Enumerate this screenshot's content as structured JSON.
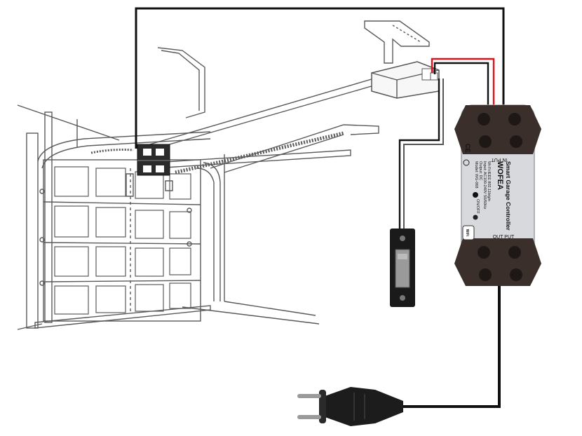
{
  "controller": {
    "brand": "WOFEA",
    "product": "Smart Garage Controller",
    "specs": [
      "Wi-Fi:IEEE 802.11b/g/n",
      "Input: AC100-240V 50/60Hz",
      "Output: DC",
      "Model: WG-068"
    ],
    "input_label": "IN PUT",
    "output_label": "OUT PUT",
    "switch_label": "ON/OFF",
    "ce_mark": "CE",
    "wifi_badge": "WiFi"
  },
  "icons": {
    "garage_door": "garage-door-icon",
    "opener_motor": "opener-motor-icon",
    "wall_button": "wall-button-icon",
    "plug": "eu-plug-icon"
  },
  "colors": {
    "wire_black": "#111111",
    "wire_red": "#e0121c",
    "controller_body": "#d7d9dc",
    "controller_cap": "#3a2f2b",
    "line_art": "#555555"
  }
}
